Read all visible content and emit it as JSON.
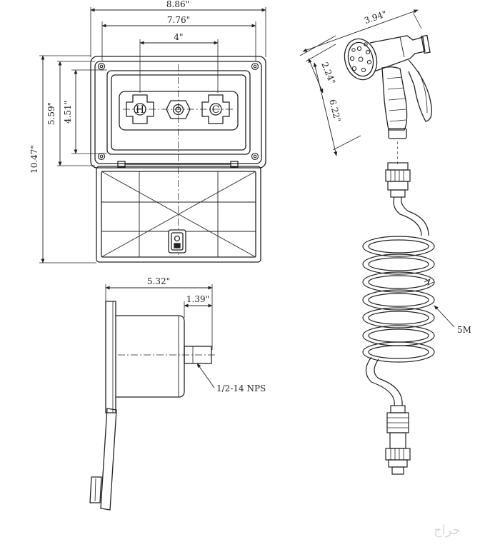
{
  "dimensions": {
    "overall_width": "8.86\"",
    "inner_width": "7.76\"",
    "valve_spacing": "4\"",
    "overall_height": "10.47\"",
    "frame_height": "5.59\"",
    "inner_height": "4.51\"",
    "side_depth": "5.32\"",
    "stub_length": "1.39\"",
    "nozzle_length": "3.94\"",
    "nozzle_head": "2.24\"",
    "nozzle_height": "6.22\""
  },
  "valve_labels": {
    "hot": "H",
    "cold": "C"
  },
  "callouts": {
    "thread": "1/2-14 NPS",
    "hose_length": "5M"
  },
  "watermark": "حراج"
}
